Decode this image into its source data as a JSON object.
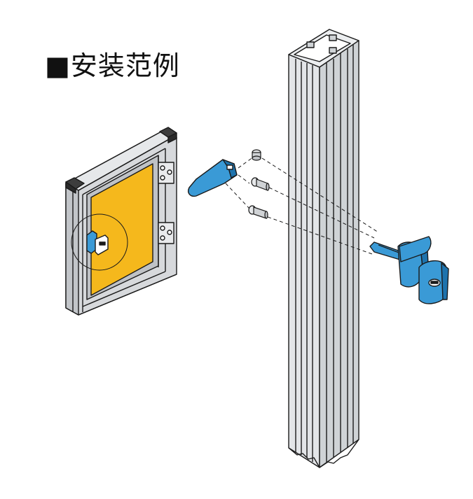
{
  "title": "■安装范例",
  "colors": {
    "panel_fill": "#f5b81c",
    "handle_blue": "#3a9ad6",
    "handle_blue_dark": "#1e73ad",
    "frame_gray": "#d7d9dc",
    "frame_line": "#1a1a1a",
    "cap_dark": "#4a4a4a"
  },
  "parts": [
    {
      "name": "door-frame-with-panel"
    },
    {
      "name": "door-handle-grip"
    },
    {
      "name": "nut"
    },
    {
      "name": "screw-upper"
    },
    {
      "name": "screw-lower"
    },
    {
      "name": "t-handle-lock"
    },
    {
      "name": "aluminum-extrusion-profile"
    }
  ]
}
